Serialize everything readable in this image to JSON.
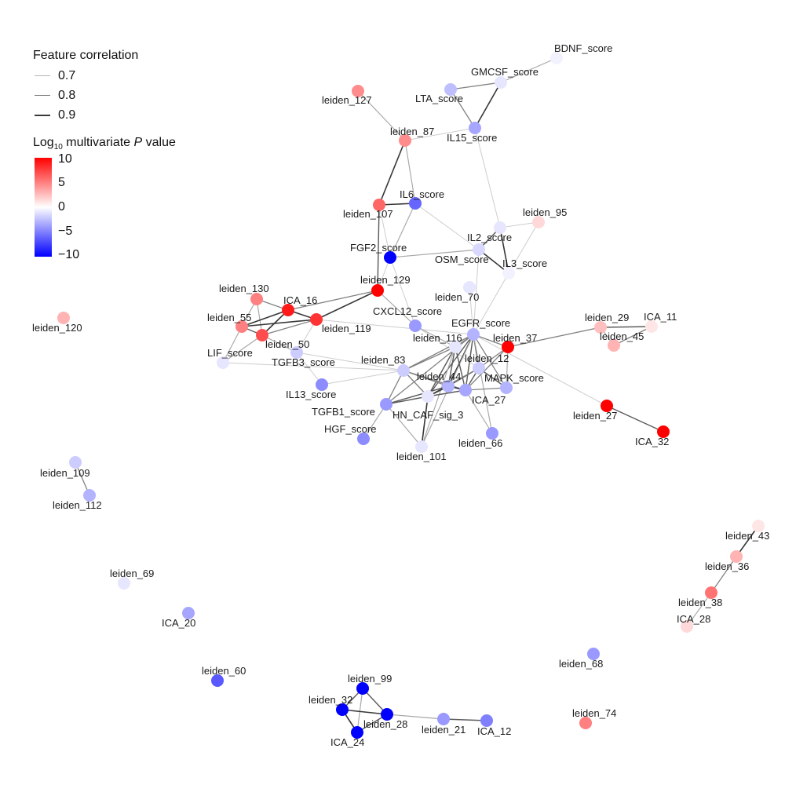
{
  "legend": {
    "correlation_title": "Feature correlation",
    "correlation_levels": [
      {
        "label": "0.7",
        "color": "#b5b5b5"
      },
      {
        "label": "0.8",
        "color": "#7a7a7a"
      },
      {
        "label": "0.9",
        "color": "#3a3a3a"
      }
    ],
    "pvalue_title_prefix": "Log",
    "pvalue_title_sub": "10",
    "pvalue_title_mid": " multivariate ",
    "pvalue_title_italic": "P",
    "pvalue_title_suffix": " value",
    "ticks": [
      "10",
      "5",
      "0",
      "−5",
      "−10"
    ],
    "colors": {
      "high": "#ff0000",
      "mid": "#ffffff",
      "low": "#0000ff"
    }
  },
  "nodes": [
    {
      "id": "BDNF_score",
      "value": -0.5
    },
    {
      "id": "GMCSF_score",
      "value": -1
    },
    {
      "id": "LTA_score",
      "value": -2.5
    },
    {
      "id": "IL15_score",
      "value": -3.5
    },
    {
      "id": "leiden_127",
      "value": 4.5
    },
    {
      "id": "leiden_87",
      "value": 4.5
    },
    {
      "id": "IL6_score",
      "value": -6
    },
    {
      "id": "leiden_107",
      "value": 6
    },
    {
      "id": "leiden_95",
      "value": 1.5
    },
    {
      "id": "IL2_score",
      "value": -1
    },
    {
      "id": "OSM_score",
      "value": -1.5
    },
    {
      "id": "IL3_score",
      "value": -0.5
    },
    {
      "id": "FGF2_score",
      "value": -10
    },
    {
      "id": "leiden_129",
      "value": 10
    },
    {
      "id": "leiden_70",
      "value": -1
    },
    {
      "id": "leiden_130",
      "value": 5
    },
    {
      "id": "ICA_16",
      "value": 9
    },
    {
      "id": "leiden_55",
      "value": 5
    },
    {
      "id": "leiden_119",
      "value": 8
    },
    {
      "id": "leiden_50",
      "value": 7
    },
    {
      "id": "LIF_score",
      "value": -1
    },
    {
      "id": "TGFB3_score",
      "value": -2
    },
    {
      "id": "CXCL12_score",
      "value": -4
    },
    {
      "id": "EGFR_score",
      "value": -3
    },
    {
      "id": "leiden_116",
      "value": -1
    },
    {
      "id": "leiden_37",
      "value": 10
    },
    {
      "id": "leiden_29",
      "value": 2.5
    },
    {
      "id": "ICA_11",
      "value": 1
    },
    {
      "id": "leiden_45",
      "value": 3
    },
    {
      "id": "leiden_120",
      "value": 3
    },
    {
      "id": "leiden_83",
      "value": -2
    },
    {
      "id": "leiden_12",
      "value": -2
    },
    {
      "id": "leiden_44",
      "value": -3
    },
    {
      "id": "MAPK_score",
      "value": -3
    },
    {
      "id": "ICA_27",
      "value": -3.5
    },
    {
      "id": "IL13_score",
      "value": -4.5
    },
    {
      "id": "TGFB1_score",
      "value": -4
    },
    {
      "id": "HN_CAF_sig_3",
      "value": -1
    },
    {
      "id": "HGF_score",
      "value": -4.5
    },
    {
      "id": "leiden_66",
      "value": -4
    },
    {
      "id": "leiden_101",
      "value": -1
    },
    {
      "id": "leiden_27",
      "value": 10
    },
    {
      "id": "ICA_32",
      "value": 10
    },
    {
      "id": "leiden_109",
      "value": -2
    },
    {
      "id": "leiden_112",
      "value": -3
    },
    {
      "id": "leiden_43",
      "value": 1
    },
    {
      "id": "leiden_36",
      "value": 3
    },
    {
      "id": "leiden_38",
      "value": 5.5
    },
    {
      "id": "ICA_28",
      "value": 1.5
    },
    {
      "id": "leiden_69",
      "value": -1
    },
    {
      "id": "ICA_20",
      "value": -3.5
    },
    {
      "id": "leiden_60",
      "value": -6.5
    },
    {
      "id": "leiden_68",
      "value": -4
    },
    {
      "id": "leiden_74",
      "value": 5
    },
    {
      "id": "leiden_99",
      "value": -10
    },
    {
      "id": "leiden_32",
      "value": -10
    },
    {
      "id": "leiden_28",
      "value": -10
    },
    {
      "id": "ICA_24",
      "value": -10
    },
    {
      "id": "leiden_21",
      "value": -4
    },
    {
      "id": "ICA_12",
      "value": -5
    }
  ],
  "edges": [
    [
      "BDNF_score",
      "GMCSF_score",
      0.75
    ],
    [
      "GMCSF_score",
      "LTA_score",
      0.8
    ],
    [
      "GMCSF_score",
      "IL15_score",
      0.9
    ],
    [
      "LTA_score",
      "IL15_score",
      0.8
    ],
    [
      "IL15_score",
      "leiden_87",
      0.7
    ],
    [
      "IL15_score",
      "IL2_score",
      0.7
    ],
    [
      "leiden_127",
      "leiden_87",
      0.75
    ],
    [
      "leiden_87",
      "leiden_107",
      0.9
    ],
    [
      "leiden_87",
      "IL6_score",
      0.75
    ],
    [
      "leiden_107",
      "IL6_score",
      0.9
    ],
    [
      "leiden_107",
      "leiden_129",
      0.85
    ],
    [
      "leiden_107",
      "FGF2_score",
      0.7
    ],
    [
      "IL6_score",
      "FGF2_score",
      0.75
    ],
    [
      "IL6_score",
      "OSM_score",
      0.7
    ],
    [
      "FGF2_score",
      "leiden_129",
      0.7
    ],
    [
      "FGF2_score",
      "OSM_score",
      0.75
    ],
    [
      "FGF2_score",
      "CXCL12_score",
      0.7
    ],
    [
      "leiden_95",
      "IL2_score",
      0.7
    ],
    [
      "leiden_95",
      "IL3_score",
      0.7
    ],
    [
      "IL2_score",
      "OSM_score",
      0.85
    ],
    [
      "IL2_score",
      "IL3_score",
      0.9
    ],
    [
      "OSM_score",
      "IL3_score",
      0.9
    ],
    [
      "OSM_score",
      "EGFR_score",
      0.7
    ],
    [
      "IL3_score",
      "EGFR_score",
      0.7
    ],
    [
      "leiden_70",
      "EGFR_score",
      0.7
    ],
    [
      "leiden_129",
      "ICA_16",
      0.8
    ],
    [
      "leiden_129",
      "leiden_119",
      0.9
    ],
    [
      "leiden_129",
      "CXCL12_score",
      0.75
    ],
    [
      "leiden_130",
      "ICA_16",
      0.8
    ],
    [
      "leiden_130",
      "leiden_55",
      0.75
    ],
    [
      "leiden_130",
      "leiden_50",
      0.75
    ],
    [
      "ICA_16",
      "leiden_55",
      0.9
    ],
    [
      "ICA_16",
      "leiden_119",
      0.9
    ],
    [
      "ICA_16",
      "leiden_50",
      0.9
    ],
    [
      "leiden_55",
      "leiden_119",
      0.9
    ],
    [
      "leiden_55",
      "leiden_50",
      0.85
    ],
    [
      "leiden_55",
      "LIF_score",
      0.75
    ],
    [
      "leiden_119",
      "leiden_50",
      0.8
    ],
    [
      "leiden_119",
      "TGFB3_score",
      0.7
    ],
    [
      "leiden_119",
      "EGFR_score",
      0.7
    ],
    [
      "leiden_50",
      "LIF_score",
      0.75
    ],
    [
      "leiden_50",
      "TGFB3_score",
      0.75
    ],
    [
      "LIF_score",
      "leiden_83",
      0.7
    ],
    [
      "TGFB3_score",
      "IL13_score",
      0.7
    ],
    [
      "TGFB3_score",
      "leiden_83",
      0.7
    ],
    [
      "CXCL12_score",
      "leiden_116",
      0.75
    ],
    [
      "CXCL12_score",
      "leiden_12",
      0.7
    ],
    [
      "EGFR_score",
      "leiden_116",
      0.8
    ],
    [
      "EGFR_score",
      "leiden_37",
      0.8
    ],
    [
      "EGFR_score",
      "leiden_12",
      0.85
    ],
    [
      "EGFR_score",
      "leiden_44",
      0.9
    ],
    [
      "EGFR_score",
      "MAPK_score",
      0.8
    ],
    [
      "EGFR_score",
      "ICA_27",
      0.85
    ],
    [
      "EGFR_score",
      "leiden_83",
      0.8
    ],
    [
      "EGFR_score",
      "HN_CAF_sig_3",
      0.85
    ],
    [
      "EGFR_score",
      "TGFB1_score",
      0.8
    ],
    [
      "EGFR_score",
      "leiden_66",
      0.75
    ],
    [
      "EGFR_score",
      "leiden_101",
      0.75
    ],
    [
      "EGFR_score",
      "leiden_27",
      0.7
    ],
    [
      "leiden_37",
      "leiden_29",
      0.8
    ],
    [
      "leiden_37",
      "leiden_12",
      0.8
    ],
    [
      "leiden_37",
      "ICA_27",
      0.8
    ],
    [
      "leiden_37",
      "MAPK_score",
      0.75
    ],
    [
      "leiden_29",
      "ICA_11",
      0.85
    ],
    [
      "leiden_29",
      "leiden_45",
      0.75
    ],
    [
      "ICA_11",
      "leiden_45",
      0.8
    ],
    [
      "leiden_116",
      "leiden_83",
      0.8
    ],
    [
      "leiden_116",
      "leiden_44",
      0.85
    ],
    [
      "leiden_116",
      "ICA_27",
      0.85
    ],
    [
      "leiden_116",
      "HN_CAF_sig_3",
      0.85
    ],
    [
      "leiden_116",
      "leiden_101",
      0.75
    ],
    [
      "leiden_83",
      "leiden_44",
      0.8
    ],
    [
      "leiden_83",
      "TGFB1_score",
      0.8
    ],
    [
      "leiden_83",
      "ICA_27",
      0.8
    ],
    [
      "leiden_83",
      "IL13_score",
      0.7
    ],
    [
      "leiden_83",
      "HN_CAF_sig_3",
      0.8
    ],
    [
      "leiden_12",
      "leiden_44",
      0.85
    ],
    [
      "leiden_12",
      "ICA_27",
      0.85
    ],
    [
      "leiden_12",
      "MAPK_score",
      0.85
    ],
    [
      "leiden_12",
      "HN_CAF_sig_3",
      0.8
    ],
    [
      "leiden_44",
      "ICA_27",
      0.9
    ],
    [
      "leiden_44",
      "HN_CAF_sig_3",
      0.9
    ],
    [
      "leiden_44",
      "TGFB1_score",
      0.85
    ],
    [
      "ICA_27",
      "MAPK_score",
      0.8
    ],
    [
      "ICA_27",
      "HN_CAF_sig_3",
      0.85
    ],
    [
      "ICA_27",
      "leiden_66",
      0.75
    ],
    [
      "HN_CAF_sig_3",
      "TGFB1_score",
      0.85
    ],
    [
      "HN_CAF_sig_3",
      "leiden_101",
      0.9
    ],
    [
      "TGFB1_score",
      "HGF_score",
      0.75
    ],
    [
      "TGFB1_score",
      "leiden_101",
      0.75
    ],
    [
      "leiden_27",
      "ICA_32",
      0.85
    ],
    [
      "leiden_109",
      "leiden_112",
      0.8
    ],
    [
      "leiden_43",
      "leiden_36",
      0.9
    ],
    [
      "leiden_36",
      "leiden_38",
      0.8
    ],
    [
      "leiden_38",
      "ICA_28",
      0.75
    ],
    [
      "leiden_99",
      "leiden_32",
      0.85
    ],
    [
      "leiden_99",
      "leiden_28",
      0.85
    ],
    [
      "leiden_99",
      "ICA_24",
      0.75
    ],
    [
      "leiden_32",
      "leiden_28",
      0.9
    ],
    [
      "leiden_32",
      "ICA_24",
      0.9
    ],
    [
      "leiden_28",
      "ICA_24",
      0.85
    ],
    [
      "leiden_28",
      "leiden_21",
      0.75
    ],
    [
      "leiden_21",
      "ICA_12",
      0.85
    ]
  ]
}
